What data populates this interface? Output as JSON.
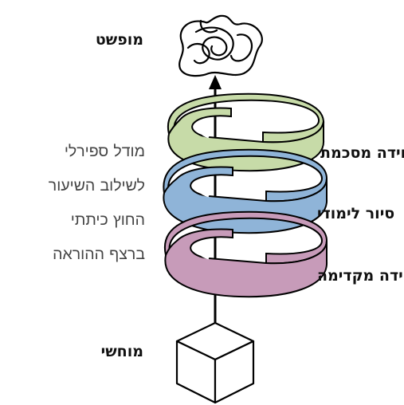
{
  "labels": {
    "abstract": "מופשט",
    "concrete": "מוחשי"
  },
  "description": [
    "מודל ספירלי",
    "לשילוב השיעור",
    "החוץ כיתתי",
    "ברצף ההוראה"
  ],
  "bands": [
    {
      "label": "יחידה מסכמת",
      "color": "#c7dba8"
    },
    {
      "label": "סיור לימודי",
      "color": "#8fb4d8"
    },
    {
      "label": "יחידה מקדימה",
      "color": "#c79bb9"
    }
  ],
  "icons": {
    "top": "scribble-icon",
    "bottom": "cube-icon"
  }
}
